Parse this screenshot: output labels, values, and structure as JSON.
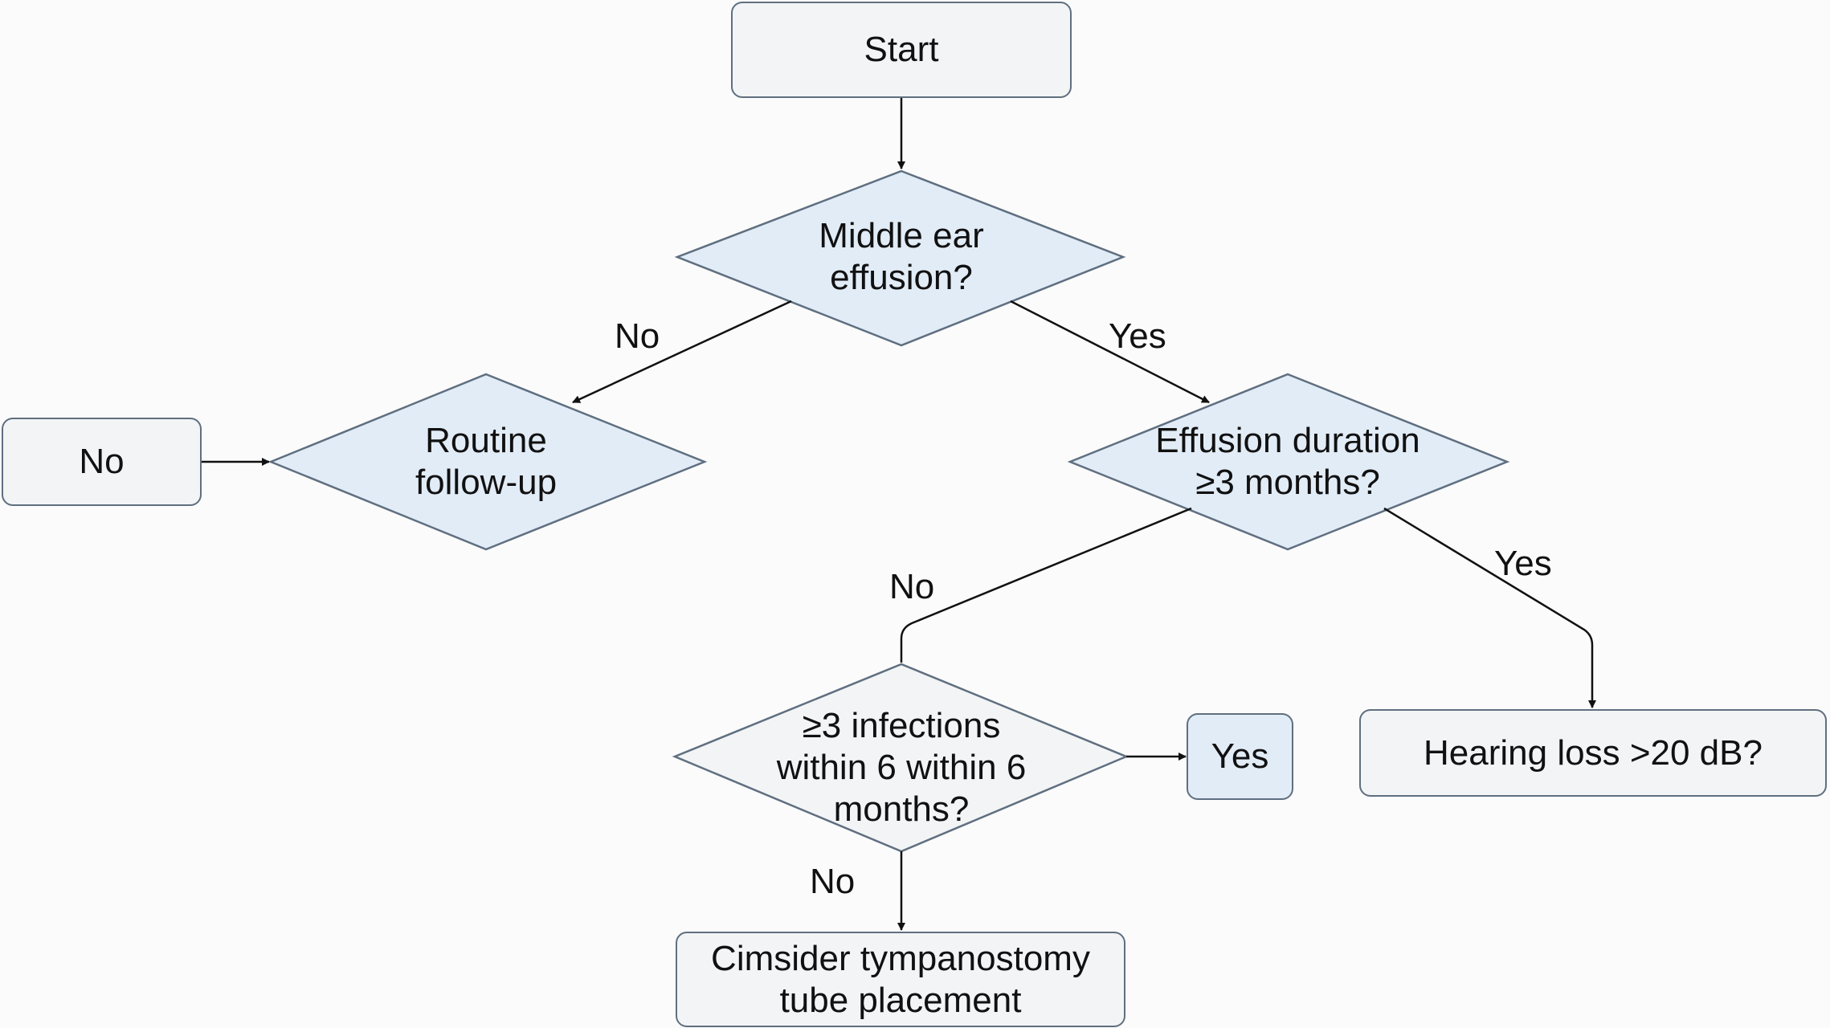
{
  "nodes": {
    "start": "Start",
    "middle_ear_effusion": "Middle ear\neffusion?",
    "no_box": "No",
    "routine_follow_up": "Routine\nfollow-up",
    "effusion_duration": "Effusion duration\n≥3 months?",
    "infections": "≥3 infections\nwithin 6 within 6\nmonths?",
    "yes_box": "Yes",
    "hearing_loss": "Hearing loss >20 dB?",
    "tympanostomy": "Cimsider tympanostomy\ntube placement"
  },
  "edge_labels": {
    "effusion_no": "No",
    "effusion_yes": "Yes",
    "duration_no": "No",
    "duration_yes": "Yes",
    "infections_no": "No"
  },
  "colors": {
    "line": "#111111",
    "border": "#5f6f80",
    "box_fill": "#f3f4f5",
    "decision_fill": "#e2ecf7"
  }
}
